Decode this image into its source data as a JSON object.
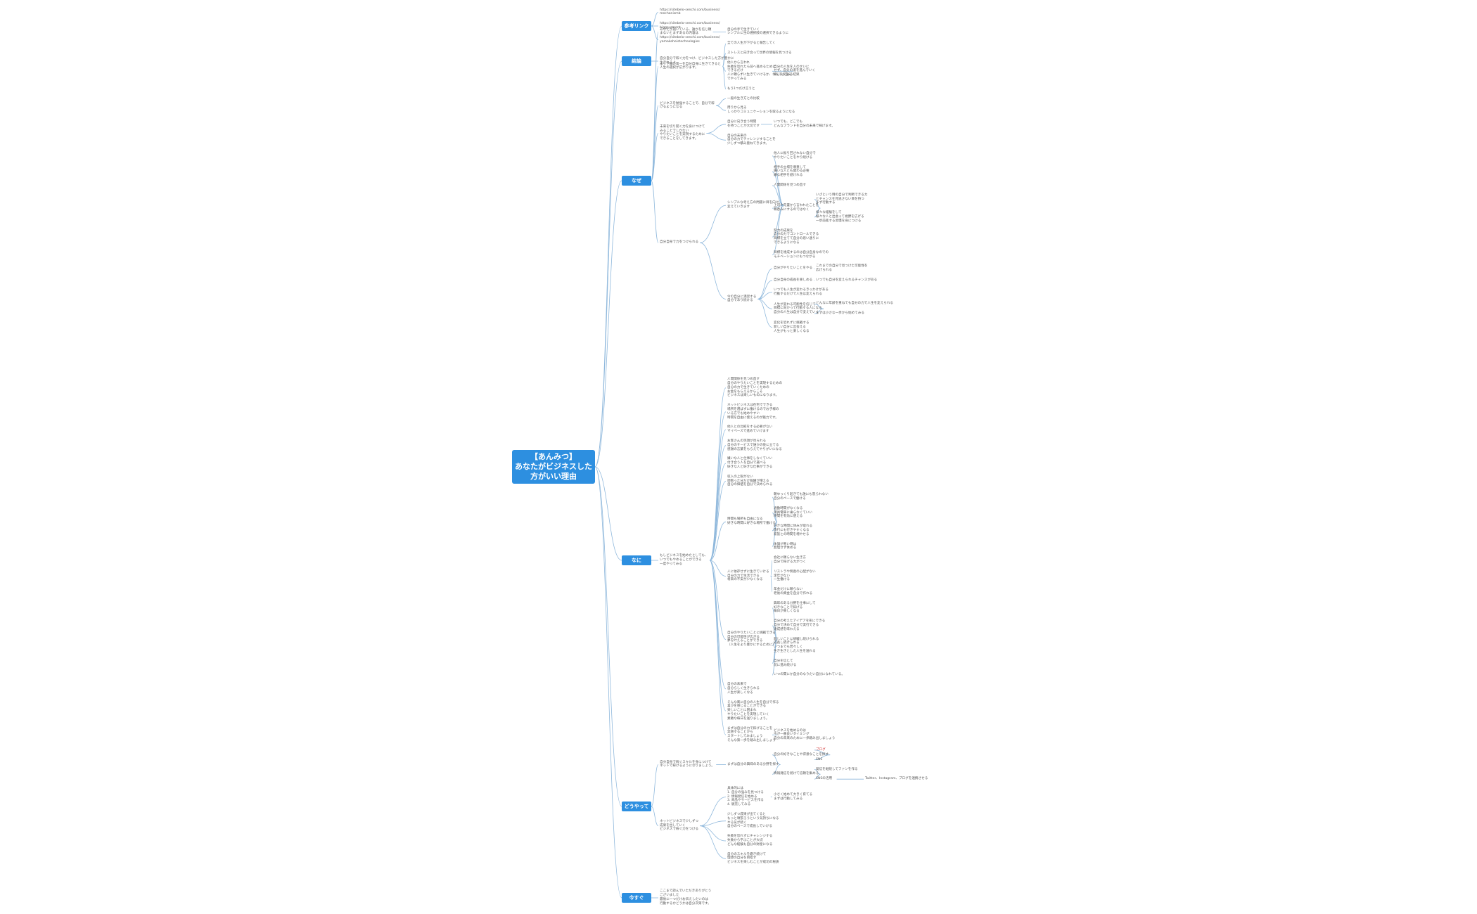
{
  "root": {
    "title": "【あんみつ】\nあなたがビジネスした\n方がいい理由"
  },
  "colors": {
    "accent": "#2d8fe0",
    "line": "#8fb8dc",
    "text": "#555555",
    "highlight": "#d03030"
  },
  "categories": [
    {
      "label": "参考リンク",
      "children": [
        {
          "text": "https://sitebelo-senchi.com/business/\nmechanismb"
        },
        {
          "text": "https://sitebelo-senchi.com/business/\nbiggourment"
        },
        {
          "text": "https://sitebelo-senchi.com/business/\nyamakoheistechnologies"
        }
      ]
    },
    {
      "label": "結論",
      "children": [
        {
          "text": "自分自分で稼ぐ力をつけ、ビジネスした方が豊かに\n生きれるよ"
        }
      ]
    },
    {
      "label": "なぜ",
      "children": [
        {
          "text": "あなたが抱いている、誰かを信じ頼\nまないとまずあるの内容は",
          "children": [
            {
              "text": "自分の手で生きていく\nシンプルに生の選択肢の選択できるように"
            }
          ]
        },
        {
          "text": "より下幅の第一を自分自身に生きてきると\n人生の選択が広がります。",
          "children": [
            {
              "text": "全ての人生が下がると報告してく"
            },
            {
              "text": "ストレスと向き合って世界の情報を見つける"
            },
            {
              "text": "他人から言われ\n失敗を恐れたら前へ進めるために\nできるだけ\n人に頼らずに生きていけるか、なんでも自分\nでやってみる",
              "children": [
                {
                  "text": "自分の人生を人のせいに\nせず、自分の道を進んでいく\n楽しんでみる結果"
                }
              ]
            },
            {
              "text": "もう1つだけ言うと"
            }
          ]
        },
        {
          "text": "ビジネスを勉強することで、自分で稼\nげるようになる",
          "children": [
            {
              "text": "一般の生き方との比較"
            },
            {
              "text": "周りから見る\nしっかりコミュニケーションを取るようになる"
            }
          ]
        },
        {
          "text": "未来を切り開く力を身につけて\nみることでしかない\nやりたいことを実現するために\nできることをしてきます。",
          "children": [
            {
              "text": "自分に向き合う時間\nを持つことが大切です",
              "children": [
                {
                  "text": "いつでも、どこでも\nどんなブランドを自分の未来で稼げます。"
                }
              ]
            },
            {
              "text": "自分の未来の\n自分の力でチャレンジすることを\n少しずつ積み重ねてきます。"
            }
          ]
        },
        {
          "text": "自分自身で力をつけられる",
          "children": [
            {
              "text": "シンプルな考え方の問題に目を向け、\n変えていきます",
              "children": [
                {
                  "text": "他人に振り回されない自分で\nやりたいことをやり続ける"
                },
                {
                  "text": "相手の立場を尊重して\n嫌いな人とも関わる必要\n嫌な相手を避けれる"
                },
                {
                  "text": "人間関係を見つめ直す"
                },
                {
                  "text": "上司や先輩から言われたことを\n鵜呑みにするのではなく",
                  "children": [
                    {
                      "text": "いざという時の自分で判断できる力\nとチャンスを見逃さない目を持つ\nまず行動する"
                    },
                    {
                      "text": "様々な経験をして\n様々な人と出会って視野を広げる\n一歩前進する習慣を身につける"
                    }
                  ]
                },
                {
                  "text": "努力の成果を\n自分の力でコントロールできる\n目標を立てて自分の思い通りに\nできるようになる"
                },
                {
                  "text": "目標を達成するのは自分自身なのでの\nモチベーションにもつながる"
                }
              ]
            },
            {
              "text": "今の自分に満足する\n自分であり続ける",
              "children": [
                {
                  "text": "自分がやりたいことをやる",
                  "children": [
                    {
                      "text": "これまでの自分で見つけた可能性を\n広げられる"
                    }
                  ]
                },
                {
                  "text": "自分自身の成長を楽しめる",
                  "children": [
                    {
                      "text": "いつでも自分を変えられるチャンスがある"
                    }
                  ]
                },
                {
                  "text": "いつでも人生が変わるきっかけがある\n行動するだけで人生は変えられる"
                },
                {
                  "text": "人生が変わる可能性を信じて\n目標に向かって行動する人になる\n自分の人生は自分で変えていく",
                  "children": [
                    {
                      "text": "どんなに年齢を重ねても自分の力で人生を変えられる"
                    },
                    {
                      "text": "まずは小さな一歩から始めてみる"
                    }
                  ]
                },
                {
                  "text": "変化を恐れずに挑戦する\n新しい自分に出会える\n人生がもっと楽しくなる"
                }
              ]
            }
          ]
        }
      ]
    },
    {
      "label": "なに",
      "children": [
        {
          "text": "もしビジネスを始めたとしても、\nいつでもやめることができる\n一度やってみる",
          "children": [
            {
              "text": "人間関係を見つめ直す\n自分のやりたいことを実現するための\n自分の力で生きていくための\nお金をもらえるからこそ\nビジネスは楽しいものになります。"
            },
            {
              "text": "ネットビジネスは在宅でできる\n場所を選ばずに働けるのでお子様の\nいる方でも始めやすい\n時間を自由に使えるのが魅力です。"
            },
            {
              "text": "他人との比較をする必要がない\nマイペースで進めていけます"
            },
            {
              "text": "お客さんの笑顔が見られる\n自分のサービスで誰かの役に立てる\n感謝の言葉をもらえてやりがいになる"
            },
            {
              "text": "嫌いな人と仕事をしなくていい\n付き合う人を自分で選べる\n好きな人と好きな仕事ができる"
            },
            {
              "text": "収入の上限がない\n頑張った分だけ報酬が増える\n自分の価値を自分で決められる"
            },
            {
              "text": "時間も場所も自由になる\n好きな時間に好きな場所で働ける",
              "children": [
                {
                  "text": "朝ゆっくり起きても誰にも怒られない\n自分のペースで働ける"
                },
                {
                  "text": "通勤時間がなくなる\n満員電車に乗らなくていい\n時間を有効に使える"
                },
                {
                  "text": "好きな時間に休みが取れる\n旅行にも行きやすくなる\n家族との時間を増やせる"
                },
                {
                  "text": "体調が悪い時は\n無理せず休める"
                }
              ]
            },
            {
              "text": "人に依存せずに生きていける\n自分の力で生活できる\n将来の不安が少なくなる",
              "children": [
                {
                  "text": "会社に頼らない生き方\n自分で稼げる力がつく"
                },
                {
                  "text": "リストラや倒産の心配がない\n定年がない\n一生働ける"
                },
                {
                  "text": "年金だけに頼らない\n老後の資金を自分で作れる"
                }
              ]
            },
            {
              "text": "自分のやりたいことに挑戦できる\n自分の可能性が広がる\n夢を叶えることができる\n（人生をより豊かにするために）",
              "children": [
                {
                  "text": "興味のある分野を仕事にして\n好きなことで稼げる\n毎日が楽しくなる"
                },
                {
                  "text": "自分の考えたアイデアを形にできる\n自分で決めて自分で実行できる\n達成感を味わえる"
                },
                {
                  "text": "新しいことに挑戦し続けられる\n成長し続けられる\nいつまでも若々しく\n生き生きとした人生を送れる"
                },
                {
                  "text": "自分を信じて\n前に進み続ける"
                },
                {
                  "text": "いつの間にか自分のなりたい自分になれている。"
                }
              ]
            },
            {
              "text": "自分の未来で\n自分らしく生きられる\n人生が楽しくなる"
            },
            {
              "text": "そんな風に自分の人生を自分で作る\n喜びを感じることができる\n楽しいことに囲まれ\nやりたいことを実現していく\n素敵な毎日を送りましょう。"
            },
            {
              "text": "まずは自分の力で稼げることを\n実感することから\nスタートしてみましょう\nそんな第一歩を踏み出しましょう",
              "children": [
                {
                  "text": "ビジネスを始めるのは\n今が一番良いタイミング\n自分の未来のために一歩踏み出しましょう"
                }
              ]
            }
          ]
        }
      ]
    },
    {
      "label": "どうやって",
      "children": [
        {
          "text": "自分自身で稼ぐスキルを身につけて\nネットで稼げるようになりましょう。",
          "children": [
            {
              "text": "まずは自分の興味のある分野を探す",
              "children": [
                {
                  "text": "自分の好きなことや得意なことを探す",
                  "children": [
                    {
                      "text": "ブログ",
                      "red": true
                    },
                    {
                      "text": "SNS"
                    }
                  ]
                },
                {
                  "text": "情報発信を続けて信頼を集める",
                  "children": [
                    {
                      "text": "発信を継続してファンを作る"
                    },
                    {
                      "text": "SNSの活用",
                      "children": [
                        {
                          "text": "Twitter、Instagram、ブログを連携させる"
                        }
                      ]
                    }
                  ]
                }
              ]
            }
          ]
        },
        {
          "text": "ネットビジネスで少しずつ\n成果を出していく\nビジネスで稼ぐ力をつける",
          "children": [
            {
              "text": "具体的には\n1. 自分の強みを見つける\n2. 情報発信を始める\n3. 商品やサービスを作る\n4. 販売してみる",
              "children": [
                {
                  "text": "小さく始めて大きく育てる\nまずは行動してみる"
                }
              ]
            },
            {
              "text": "少しずつ成果が出てくると\nもっと頑張ろうという気持ちになる\nやる気が続く\n自分のペースで成長していける"
            },
            {
              "text": "失敗を恐れずにチャレンジする\n失敗から学ぶことが大切\nどんな経験も自分の財産になる"
            },
            {
              "text": "自分のスキルを磨き続けて\n理想の自分を目指す\nビジネスを楽しむことが成功の秘訣"
            }
          ]
        }
      ]
    },
    {
      "label": "今すぐ",
      "children": [
        {
          "text": "ここまで読んでいただきありがとう\nございました\n最後に一つだけお伝えしたいのは\n行動するかどうかは自分次第です。"
        }
      ]
    }
  ]
}
